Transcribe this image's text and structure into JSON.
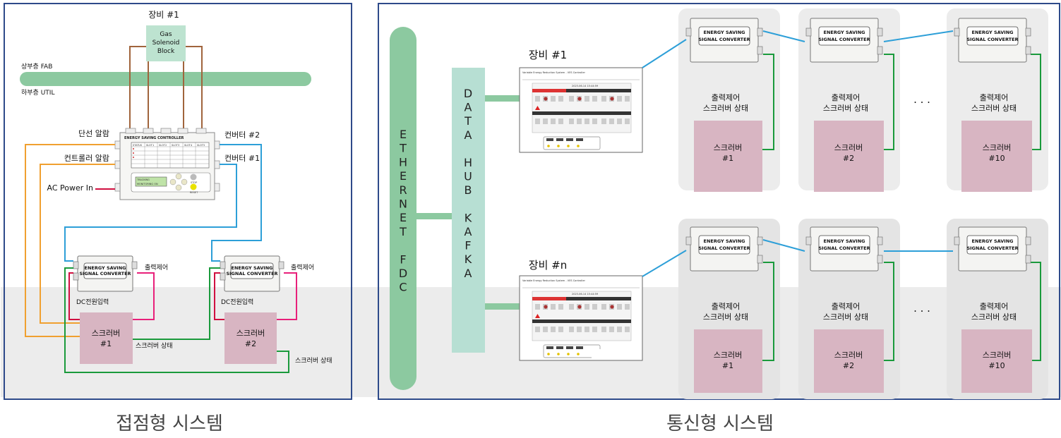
{
  "left": {
    "caption": "접점형 시스템",
    "equipment_label": "장비 #1",
    "gas_block_lines": [
      "Gas",
      "Solenoid",
      "Block"
    ],
    "upper_floor": "상부층 FAB",
    "lower_floor": "하부층 UTIL",
    "controller_title": "ENERGY SAVING CONTROLLER",
    "controller_lcd": [
      "TRACKING",
      "MONITORING ON"
    ],
    "controller_slots": [
      "STATUS",
      "SLOT1",
      "SLOT2",
      "SLOT3",
      "SLOT4",
      "SLOT5"
    ],
    "controller_buttons": [
      "STOP",
      "RESET"
    ],
    "labels": {
      "disconnect_alarm": "단선 알람",
      "controller_alarm": "컨트롤러 알람",
      "ac_power": "AC Power In",
      "converter_2": "컨버터 #2",
      "converter_1": "컨버터 #1",
      "output_control_1": "출력제어",
      "output_control_2": "출력제어",
      "dc_power_1": "DC전원입력",
      "dc_power_2": "DC전원입력",
      "scrubber_state_1": "스크러버 상태",
      "scrubber_state_2": "스크러버 상태"
    },
    "converter_text": [
      "ENERGY SAVING",
      "SIGNAL CONVERTER"
    ],
    "scrubbers": [
      {
        "name": "스크러버",
        "num": "#1"
      },
      {
        "name": "스크러버",
        "num": "#2"
      }
    ]
  },
  "right": {
    "caption": "통신형 시스템",
    "ethernet_letters": [
      "E",
      "T",
      "H",
      "E",
      "R",
      "N",
      "E",
      "T",
      "",
      "F",
      "D",
      "C"
    ],
    "hub_letters": [
      "D",
      "A",
      "T",
      "A",
      "",
      "H",
      "U",
      "B",
      "",
      "K",
      "A",
      "F",
      "K",
      "A"
    ],
    "equipment_top": "장비 #1",
    "equipment_bottom": "장비 #n",
    "monitor_title": "Variable Energy Reduction System - VES Controller",
    "monitor_time": "2023-06-14 15:44:59",
    "converter_text": [
      "ENERGY SAVING",
      "SIGNAL CONVERTER"
    ],
    "output_state": [
      "출력제어",
      "스크러버 상태"
    ],
    "ellipsis": ". . .",
    "scrubbers": [
      {
        "name": "스크러버",
        "num": "#1"
      },
      {
        "name": "스크러버",
        "num": "#2"
      },
      {
        "name": "스크러버",
        "num": "#10"
      }
    ]
  },
  "colors": {
    "frame": "#2e4a8a",
    "green_bar": "#8cc9a0",
    "hub": "#b7dfd3",
    "gas_block": "#bde3d0",
    "scrubber": "#d8b5c2",
    "brown_wire": "#a0643c",
    "orange_wire": "#f0a030",
    "blue_wire": "#2d9fd8",
    "green_wire": "#1a9a3c",
    "red_wire": "#d01040",
    "pink_wire": "#e8207a"
  }
}
